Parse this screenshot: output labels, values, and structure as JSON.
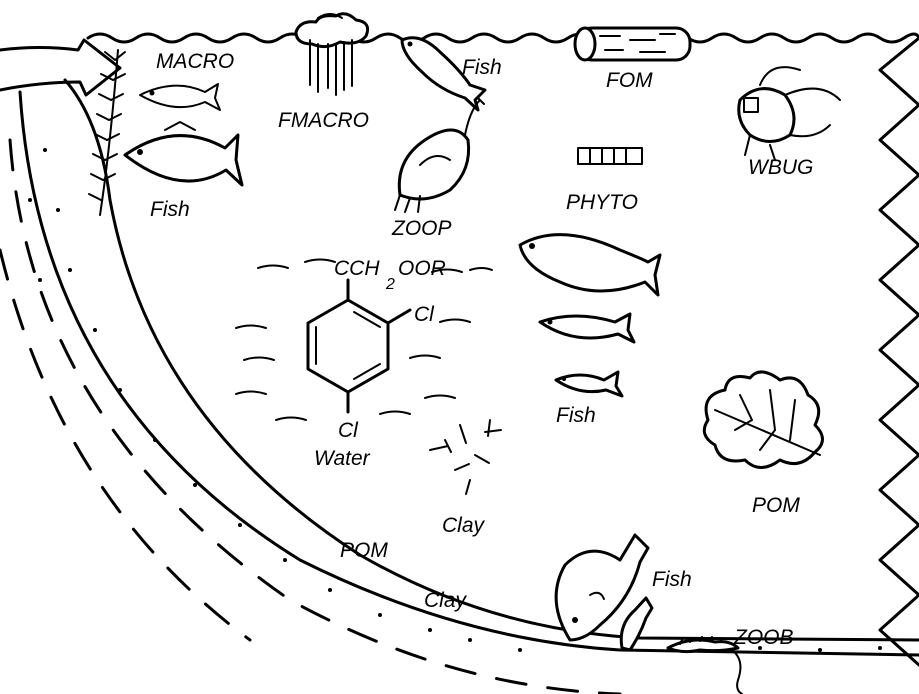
{
  "labels": {
    "macro": "MACRO",
    "fmacro": "FMACRO",
    "fish_top": "Fish",
    "fom": "FOM",
    "fish_left": "Fish",
    "zoop": "ZOOP",
    "phyto": "PHYTO",
    "wbug": "WBUG",
    "compound_top_a": "CCH",
    "compound_sub": "2",
    "compound_top_b": "OOR",
    "compound_cl_right": "Cl",
    "compound_cl_bottom": "Cl",
    "water": "Water",
    "fish_mid": "Fish",
    "clay_mid": "Clay",
    "pom_right": "POM",
    "pom_sediment": "POM",
    "clay_sediment": "Clay",
    "fish_bottom": "Fish",
    "zoob": "ZOOB"
  }
}
